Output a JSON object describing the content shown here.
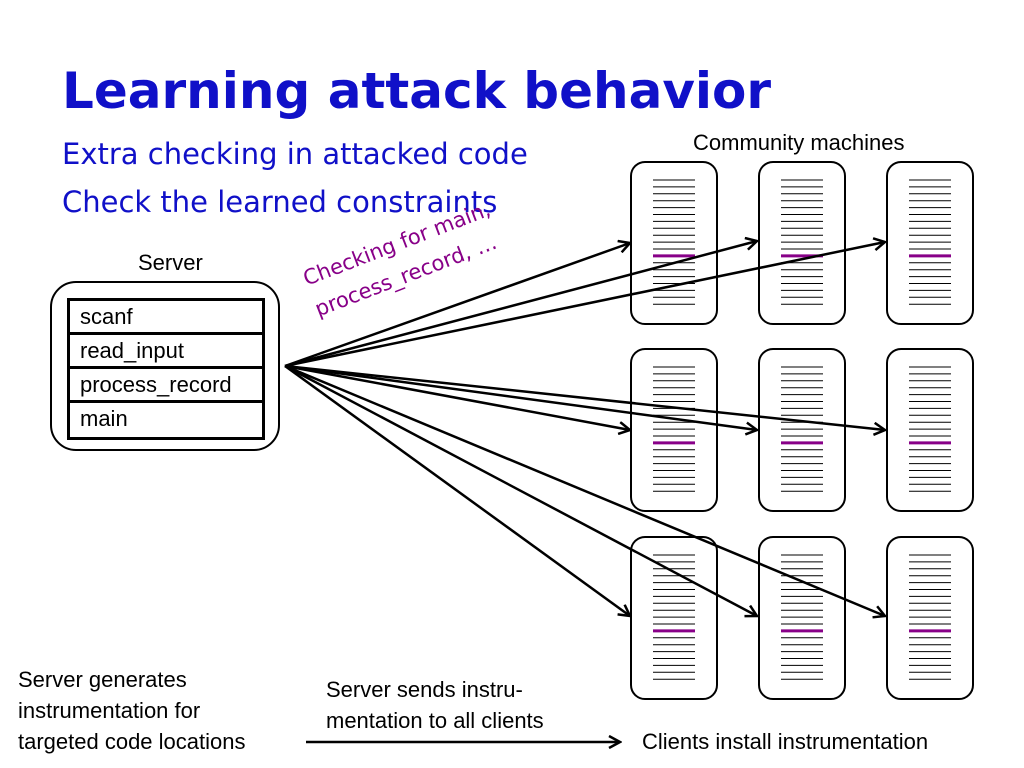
{
  "slide": {
    "title": "Learning attack behavior",
    "bullets": [
      "Extra checking in attacked code",
      "Check the learned constraints"
    ]
  },
  "server": {
    "label": "Server",
    "functions": [
      "scanf",
      "read_input",
      "process_record",
      "main"
    ]
  },
  "community": {
    "label": "Community machines",
    "rows": 3,
    "cols": 3
  },
  "annotation": {
    "lines": [
      "Checking for main,",
      "process_record, …"
    ]
  },
  "captions": {
    "generate": [
      "Server generates",
      "instrumentation for",
      "targeted code locations"
    ],
    "send": [
      "Server sends  instru-",
      "mentation to all clients"
    ],
    "install": "Clients install instrumentation"
  },
  "colors": {
    "title": "#1010c8",
    "highlight": "#880088",
    "line": "#000000"
  }
}
